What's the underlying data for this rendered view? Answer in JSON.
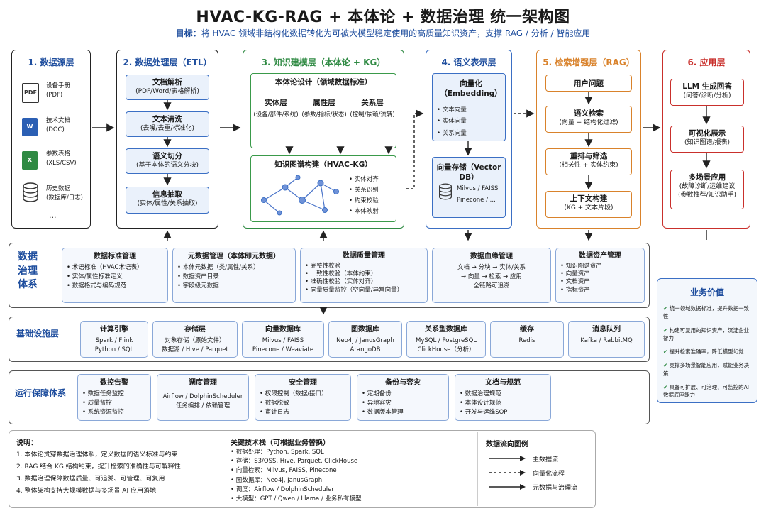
{
  "header": {
    "title": "HVAC-KG-RAG + 本体论 + 数据治理  统一架构图",
    "subtitle_label": "目标：",
    "subtitle": "将 HVAC 领域非结构化数据转化为可被大模型稳定使用的高质量知识资产，支撑 RAG / 分析 / 智能应用"
  },
  "layers": {
    "l1": {
      "title": "1. 数据源层",
      "items": [
        {
          "icon": "PDF",
          "name": "设备手册",
          "fmt": "(PDF)"
        },
        {
          "icon": "W",
          "name": "技术文档",
          "fmt": "(DOC)"
        },
        {
          "icon": "X",
          "name": "参数表格",
          "fmt": "(XLS/CSV)"
        },
        {
          "icon": "DB",
          "name": "历史数据",
          "fmt": "(数据库/日志)"
        }
      ],
      "more": "..."
    },
    "l2": {
      "title": "2. 数据处理层（ETL）",
      "steps": [
        {
          "h": "文档解析",
          "d": "(PDF/Word/表格解析)"
        },
        {
          "h": "文本清洗",
          "d": "(去噪/去重/标准化)"
        },
        {
          "h": "语义切分",
          "d": "(基于本体的语义分块)"
        },
        {
          "h": "信息抽取",
          "d": "(实体/属性/关系抽取)"
        }
      ]
    },
    "l3": {
      "title": "3. 知识建模层（本体论 + KG）",
      "ontology_title": "本体论设计（领域数据标准）",
      "cols": [
        {
          "h": "实体层",
          "d": "(设备/部件/系统)"
        },
        {
          "h": "属性层",
          "d": "(参数/指标/状态)"
        },
        {
          "h": "关系层",
          "d": "(控制/依赖/流转)"
        }
      ],
      "kg_title": "知识图谱构建（HVAC-KG）",
      "kg_items": [
        "• 实体对齐",
        "• 关系识别",
        "• 约束校验",
        "• 本体映射"
      ]
    },
    "l4": {
      "title": "4. 语义表示层",
      "embed_title": "向量化（Embedding）",
      "embed_items": [
        "• 文本向量",
        "• 实体向量",
        "• 关系向量"
      ],
      "store_title": "向量存储（Vector DB）",
      "store_items": [
        "Milvus / FAISS",
        "Pinecone / ..."
      ]
    },
    "l5": {
      "title": "5. 检索增强层（RAG）",
      "steps": [
        {
          "h": "用户问题",
          "d": ""
        },
        {
          "h": "语义检索",
          "d": "(向量 + 结构化过滤)"
        },
        {
          "h": "重排与筛选",
          "d": "(相关性 + 实体约束)"
        },
        {
          "h": "上下文构建",
          "d": "(KG + 文本片段)"
        }
      ]
    },
    "l6": {
      "title": "6. 应用层",
      "steps": [
        {
          "h": "LLM 生成回答",
          "d": "(问答/诊断/分析)"
        },
        {
          "h": "可视化展示",
          "d": "(知识图谱/报表)"
        },
        {
          "h": "多场景应用",
          "d": "(故障诊断/运维建议\n(参数推荐/知识助手)"
        }
      ]
    }
  },
  "governance": {
    "title": "数据\n治理\n体系",
    "cells": [
      {
        "h": "数据标准管理",
        "lines": [
          "• 术语标准（HVAC术语表）",
          "• 实体/属性标准定义",
          "• 数据格式与编码规范"
        ]
      },
      {
        "h": "元数据管理（本体即元数据）",
        "lines": [
          "• 本体元数据（类/属性/关系）",
          "• 数据资产目录",
          "• 字段级元数据"
        ]
      },
      {
        "h": "数据质量管理",
        "lines": [
          "• 完整性校验",
          "• 一致性校验（本体约束）",
          "• 准确性校验（实体对齐）",
          "• 向量质量监控（空向量/异常向量）"
        ]
      },
      {
        "h": "数据血缘管理",
        "lines": [
          "文档 → 分块 → 实体/关系",
          "→ 向量 → 检索 → 应用",
          "全链路可追溯"
        ]
      },
      {
        "h": "数据资产管理",
        "lines": [
          "• 知识图谱资产",
          "• 向量资产",
          "• 文档资产",
          "• 指标资产"
        ]
      }
    ]
  },
  "infra": {
    "title": "基础设施层",
    "cells": [
      {
        "h": "计算引擎",
        "lines": [
          "Spark / Flink",
          "Python / SQL"
        ]
      },
      {
        "h": "存储层",
        "lines": [
          "对象存储（原始文件）",
          "数据湖 / Hive / Parquet"
        ]
      },
      {
        "h": "向量数据库",
        "lines": [
          "Milvus / FAISS",
          "Pinecone / Weaviate"
        ]
      },
      {
        "h": "图数据库",
        "lines": [
          "Neo4j / JanusGraph",
          "ArangoDB"
        ]
      },
      {
        "h": "关系型数据库",
        "lines": [
          "MySQL / PostgreSQL",
          "ClickHouse（分析）"
        ]
      },
      {
        "h": "缓存",
        "lines": [
          "Redis"
        ]
      },
      {
        "h": "消息队列",
        "lines": [
          "Kafka / RabbitMQ"
        ]
      }
    ]
  },
  "ops": {
    "title": "运行保障体系",
    "cells": [
      {
        "h": "数控告警",
        "lines": [
          "• 数据任务监控",
          "• 质量监控",
          "• 系统资源监控"
        ]
      },
      {
        "h": "调度管理",
        "lines": [
          "Airflow / DolphinScheduler",
          "任务编排 / 依赖管理"
        ]
      },
      {
        "h": "安全管理",
        "lines": [
          "• 权限控制（数据/接口）",
          "• 数据脱敏",
          "• 审计日志"
        ]
      },
      {
        "h": "备份与容灾",
        "lines": [
          "• 定期备份",
          "• 异地容灾",
          "• 数据版本管理"
        ]
      },
      {
        "h": "文档与规范",
        "lines": [
          "• 数据治理规范",
          "• 本体设计规范",
          "• 开发与运维SOP"
        ]
      }
    ]
  },
  "value": {
    "title": "业务价值",
    "items": [
      "统一领域数据标准，提升数据一致性",
      "构建可复用的知识资产，沉淀企业智力",
      "提升检索准确率，降低模型幻觉",
      "支撑多场景智能应用，赋能业务决策",
      "具备可扩展、可治理、可监控的AI 数据底座能力"
    ]
  },
  "notes": {
    "title": "说明：",
    "items": [
      "1.  本体论贯穿数据治理体系，定义数据的语义标准与约束",
      "2.  RAG 结合 KG 结构约束，提升检索的准确性与可解释性",
      "3.  数据治理保障数据质量、可追溯、可管理、可复用",
      "4.  整体架构支持大规模数据与多场景 AI 应用落地"
    ]
  },
  "tech": {
    "title": "关键技术栈（可根据业务替换）",
    "items": [
      "• 数据处理：Python, Spark, SQL",
      "• 存储：S3/OSS, Hive, Parquet, ClickHouse",
      "• 向量检索：Milvus, FAISS, Pinecone",
      "• 图数据库：Neo4j, JanusGraph",
      "• 调度：Airflow / DolphinScheduler",
      "• 大模型：GPT / Qwen / Llama / 业务私有模型"
    ]
  },
  "legend": {
    "title": "数据流向图例",
    "items": [
      "主数据流",
      "向量化流程",
      "元数据与治理流"
    ]
  }
}
